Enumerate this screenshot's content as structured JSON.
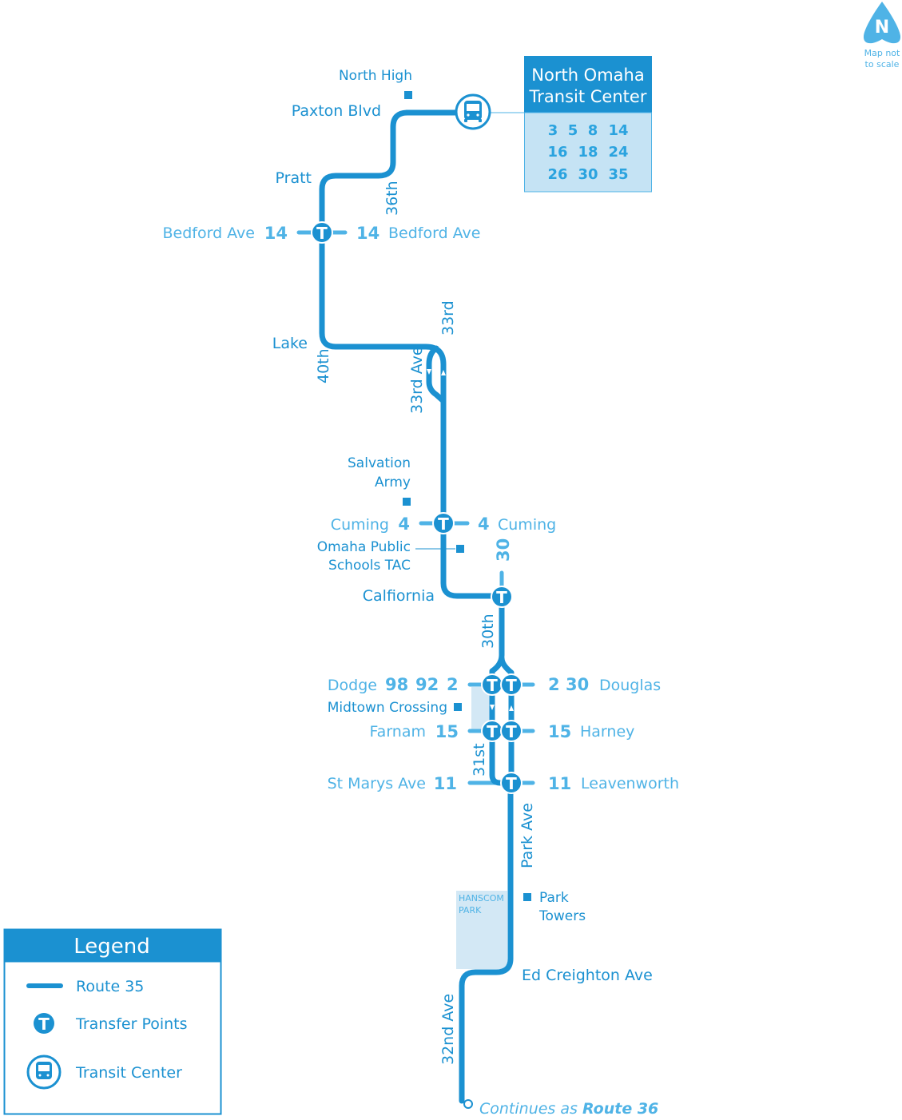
{
  "compass": {
    "letter": "N",
    "note_line1": "Map not",
    "note_line2": "to scale"
  },
  "transit_center": {
    "title_line1": "North Omaha",
    "title_line2": "Transit Center",
    "routes": [
      [
        "3",
        "5",
        "8",
        "14"
      ],
      [
        "16",
        "18",
        "24"
      ],
      [
        "26",
        "30",
        "35"
      ]
    ]
  },
  "streets": {
    "north_high": "North High",
    "paxton": "Paxton Blvd",
    "pratt": "Pratt",
    "s36th": "36th",
    "bedford_left": "Bedford Ave",
    "bedford_right": "Bedford Ave",
    "s33rd": "33rd",
    "lake": "Lake",
    "s40th": "40th",
    "s33rd_ave": "33rd Ave",
    "salvation_line1": "Salvation",
    "salvation_line2": "Army",
    "cuming_left": "Cuming",
    "cuming_right": "Cuming",
    "ops_line1": "Omaha Public",
    "ops_line2": "Schools TAC",
    "california": "Calfiornia",
    "s30th": "30th",
    "dodge": "Dodge",
    "douglas": "Douglas",
    "midtown": "Midtown Crossing",
    "farnam": "Farnam",
    "harney": "Harney",
    "s31st": "31st",
    "st_marys": "St Marys Ave",
    "leavenworth": "Leavenworth",
    "park_ave": "Park Ave",
    "hanscom_line1": "HANSCOM",
    "hanscom_line2": "PARK",
    "park_towers_line1": "Park",
    "park_towers_line2": "Towers",
    "ed_creighton": "Ed Creighton Ave",
    "s32nd_ave": "32nd Ave",
    "continues_prefix": "Continues as ",
    "continues_route": "Route 36"
  },
  "route_numbers": {
    "bedford_left": "14",
    "bedford_right": "14",
    "cuming_left": "4",
    "cuming_right": "4",
    "california_30": "30",
    "dodge_1": "98",
    "dodge_2": "92",
    "dodge_3": "2",
    "douglas_1": "2",
    "douglas_2": "30",
    "farnam": "15",
    "harney": "15",
    "st_marys": "11",
    "leavenworth": "11"
  },
  "transfer_letter": "T",
  "legend": {
    "title": "Legend",
    "route": "Route 35",
    "transfer": "Transfer Points",
    "transit_center": "Transit Center"
  },
  "colors": {
    "route": "#1b91d1",
    "light": "#4fb3e6",
    "park": "#d3e8f5",
    "tc_box": "#c5e3f4"
  }
}
